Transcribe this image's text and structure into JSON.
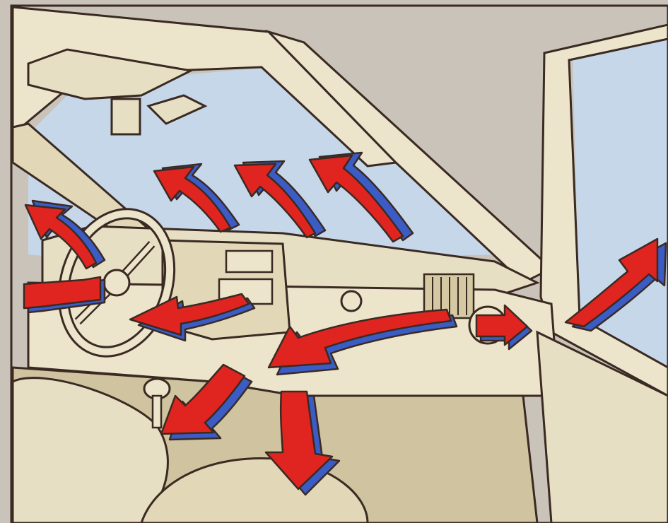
{
  "illustration": {
    "subject": "car-interior-ventilation-airflow",
    "colors": {
      "background": "#c9c3b9",
      "body_panel": "#ece4cb",
      "panel_shadow": "#d8cda8",
      "floor": "#cfc3a0",
      "glass": "#c7d7ea",
      "outline": "#3a2a22",
      "arrow_red": "#e0241f",
      "arrow_blue": "#3a5cc4"
    },
    "airflow_arrows": [
      {
        "id": "windscreen-left",
        "direction": "up"
      },
      {
        "id": "windscreen-center",
        "direction": "up"
      },
      {
        "id": "windscreen-right",
        "direction": "up"
      },
      {
        "id": "side-window-left",
        "direction": "up-left"
      },
      {
        "id": "left-vent",
        "direction": "left"
      },
      {
        "id": "center-vent",
        "direction": "left"
      },
      {
        "id": "passenger-vent",
        "direction": "left"
      },
      {
        "id": "side-vent",
        "direction": "right"
      },
      {
        "id": "side-window-right",
        "direction": "up-right"
      },
      {
        "id": "footwell-left",
        "direction": "down-left"
      },
      {
        "id": "footwell-right",
        "direction": "down"
      }
    ]
  }
}
